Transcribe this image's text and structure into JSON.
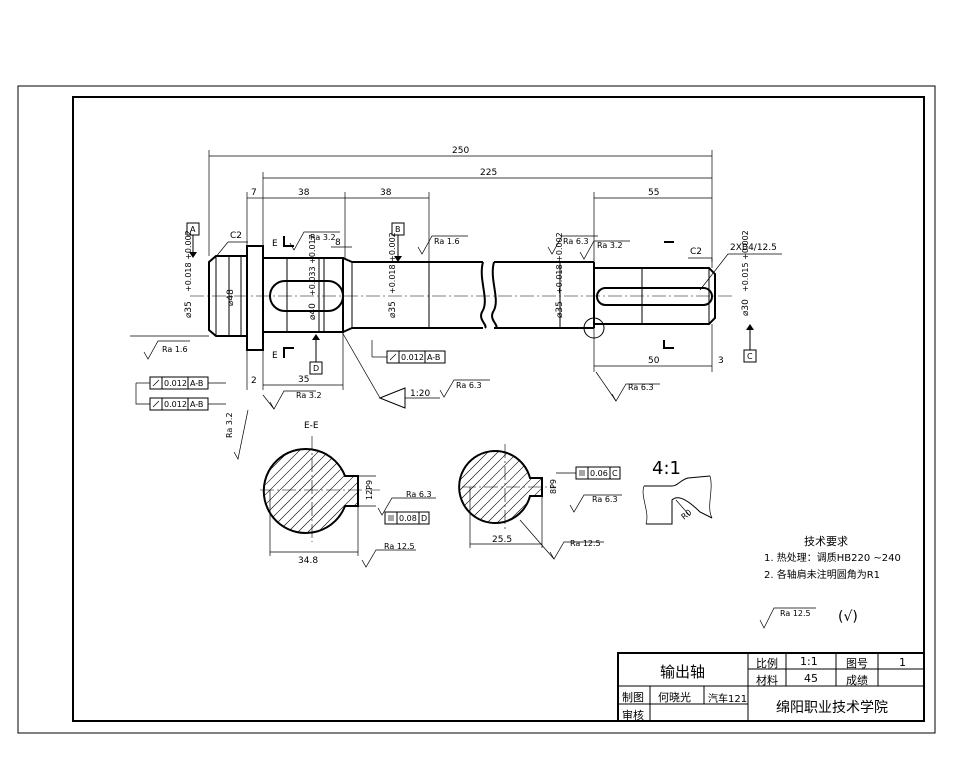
{
  "drawing": {
    "dims": {
      "d250": "250",
      "d225": "225",
      "d7": "7",
      "d38a": "38",
      "d38b": "38",
      "d8": "8",
      "d55": "55",
      "d50": "50",
      "d3": "3",
      "d2": "2",
      "d35": "35",
      "d348": "34.8",
      "d255": "25.5",
      "dia35a": "⌀35",
      "dia48": "⌀48",
      "dia40": "⌀40",
      "dia35b": "⌀35",
      "dia35c": "⌀35",
      "dia30": "⌀30",
      "tol_a": "+0.018 +0.002",
      "tol_b": "+0.033 +0.017",
      "tol_c": "+0.018 +0.002",
      "tol_d": "+0.018 +0.002",
      "tol_e": "+0.015 +0.002",
      "key_depth_e": "12P9",
      "key_depth_f": "8P9"
    },
    "chamfer": {
      "c2a": "C2",
      "c2b": "C2"
    },
    "thread": "2XB4/12.5",
    "taper": "1:20",
    "section_e": "E-E",
    "section_markers": {
      "e_top": "E",
      "e_bot": "E"
    },
    "datums": {
      "a": "A",
      "b": "B",
      "c": "C",
      "d": "D"
    },
    "scale_detail": "4:1",
    "radius_note": "R0",
    "roughness": {
      "r1": "Ra 3.2",
      "r2": "Ra 1.6",
      "r3": "Ra 6.3",
      "r4": "Ra 3.2",
      "r5": "Ra 1.6",
      "r6": "Ra 6.3",
      "r7": "Ra 3.2",
      "r8": "Ra 6.3",
      "r9": "Ra 6.3",
      "r10": "Ra 6.3",
      "r11": "Ra 12.5",
      "r12": "Ra 3.2",
      "r13": "Ra 12.5",
      "r14": "Ra 12.5"
    },
    "tolerance_frames": {
      "f1": {
        "value": "0.012",
        "datum": "A-B"
      },
      "f2": {
        "value": "0.012",
        "datum": "A-B"
      },
      "f3": {
        "value": "0.012",
        "datum": "A-B"
      },
      "f4": {
        "value": "0.08",
        "datum": "D"
      },
      "f5": {
        "value": "0.06",
        "datum": "C"
      }
    },
    "tech_title": "技术要求",
    "tech_items": [
      "1. 热处理：调质HB220 ~240",
      "2. 各轴肩未注明圆角为R1"
    ],
    "rough_note": "(√)"
  },
  "title_block": {
    "part_name": "输出轴",
    "scale_label": "比例",
    "scale_value": "1:1",
    "sheet_label": "图号",
    "sheet_value": "1",
    "material_label": "材料",
    "material_value": "45",
    "grade_label": "成绩",
    "drawn_label": "制图",
    "drawn_name": "何晓光",
    "drawn_class": "汽车121",
    "check_label": "审核",
    "school": "绵阳职业技术学院"
  }
}
